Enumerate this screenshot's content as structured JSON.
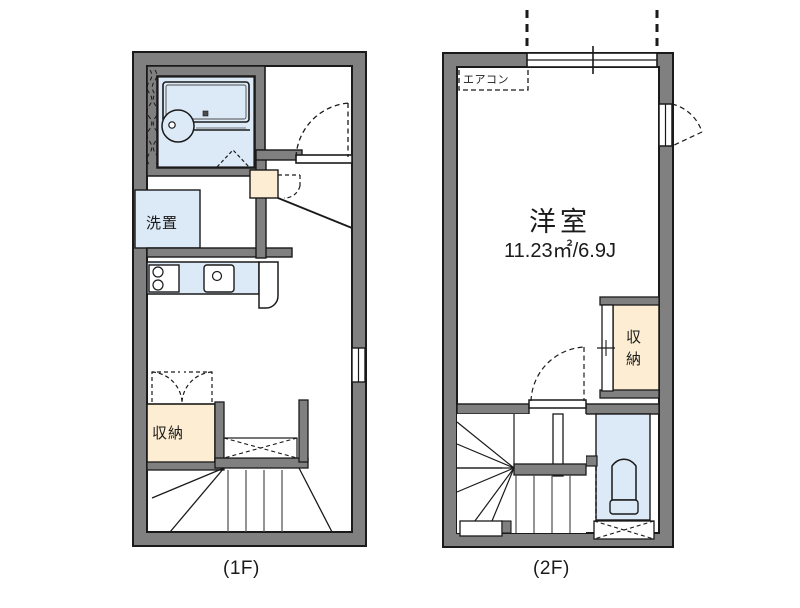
{
  "document": {
    "type": "floor-plan",
    "title": "2-story apartment floor plan (1F / 2F)",
    "background_color": "#ffffff"
  },
  "colors": {
    "wall_fill": "#808080",
    "wall_stroke": "#1a1a1a",
    "water_fixture_fill": "#dce9f7",
    "closet_fill": "#fdedd3",
    "line": "#1a1a1a",
    "thin_line": "#4d4d4d"
  },
  "captions": {
    "first_floor": "(1F)",
    "second_floor": "(2F)"
  },
  "floor1": {
    "name": "1F",
    "labels": {
      "washer_place": "洗置",
      "closet": "収納"
    },
    "fixtures": [
      {
        "name": "bathtub",
        "label": ""
      },
      {
        "name": "unit-bath-sink",
        "label": ""
      },
      {
        "name": "washing-machine-space",
        "label": "洗置"
      },
      {
        "name": "kitchen-stove",
        "label": ""
      },
      {
        "name": "kitchen-sink",
        "label": ""
      },
      {
        "name": "kitchen-counter",
        "label": ""
      },
      {
        "name": "entrance-door",
        "label": ""
      },
      {
        "name": "entry-step",
        "label": ""
      },
      {
        "name": "closet",
        "label": "収納"
      },
      {
        "name": "staircase-up",
        "label": ""
      },
      {
        "name": "window-east",
        "label": ""
      }
    ]
  },
  "floor2": {
    "name": "2F",
    "labels": {
      "room_name": "洋室",
      "room_area": "11.23㎡/6.9J",
      "aircon": "エアコン",
      "closet_line1": "収",
      "closet_line2": "納"
    },
    "fixtures": [
      {
        "name": "western-room",
        "label": "洋室"
      },
      {
        "name": "aircon-marker",
        "label": "エアコン"
      },
      {
        "name": "balcony-window",
        "label": ""
      },
      {
        "name": "room-door",
        "label": ""
      },
      {
        "name": "closet",
        "label": "収納"
      },
      {
        "name": "toilet",
        "label": ""
      },
      {
        "name": "staircase-down",
        "label": ""
      }
    ]
  }
}
